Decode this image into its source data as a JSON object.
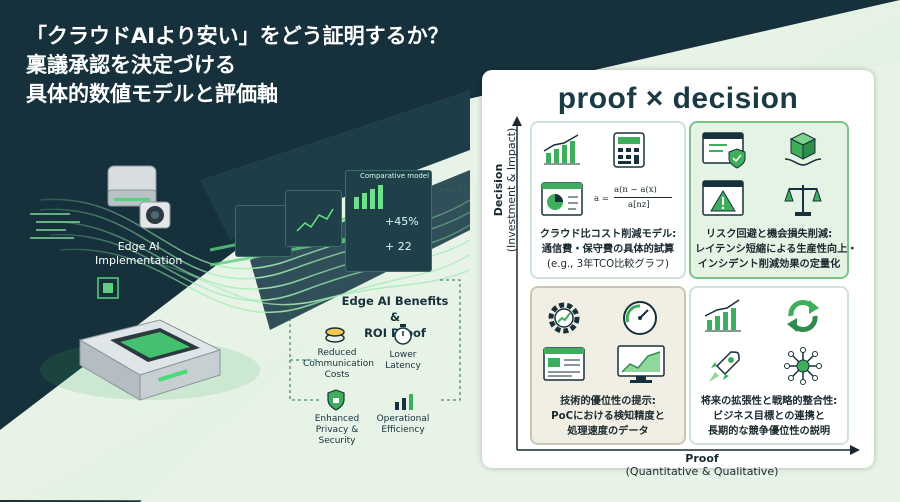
{
  "headline": {
    "line1": "「クラウドAIより安い」をどう証明するか？",
    "line2": "稟議承認を決定づける",
    "line3": "具体的数値モデルと評価軸"
  },
  "left_graphic": {
    "device_label_line1": "Edge AI",
    "device_label_line2": "Implementation",
    "benefits_title_line1": "Edge AI Benefits &",
    "benefits_title_line2": "ROI Proof",
    "benefits": [
      {
        "icon": "coins-icon",
        "line1": "Reduced",
        "line2": "Communication",
        "line3": "Costs"
      },
      {
        "icon": "stopwatch-icon",
        "line1": "Lower",
        "line2": "Latency",
        "line3": ""
      },
      {
        "icon": "shield-lock-icon",
        "line1": "Enhanced",
        "line2": "Privacy &",
        "line3": "Security"
      },
      {
        "icon": "bar-chart-icon",
        "line1": "Operational",
        "line2": "Efficiency",
        "line3": ""
      }
    ],
    "card_percent": "+45%",
    "card_value": "+ 22",
    "card_caption": "Comparative model"
  },
  "panel": {
    "title": "proof × decision",
    "y_axis_line1": "Decision",
    "y_axis_line2": "(Investment & Impact)",
    "x_axis_line1": "Proof",
    "x_axis_line2": "(Quantitative & Qualitative)",
    "formula_left": "a =",
    "formula_top": "a(n − a(x)",
    "formula_bottom": "a[nz]",
    "quadrants": {
      "top_left": {
        "icons": [
          "line-chart-icon",
          "calculator-icon",
          "pie-report-icon"
        ],
        "line1": "クラウド比コスト削減モデル:",
        "line2": "通信費・保守費の具体的試算",
        "line3": "(e.g., 3年TCO比較グラフ)"
      },
      "top_right": {
        "icons": [
          "dashboard-shield-icon",
          "cube-hands-icon",
          "warning-icon",
          "scales-icon"
        ],
        "line1": "リスク回避と機会損失削減:",
        "line2": "レイテンシ短縮による生産性向上・",
        "line3": "インシデント削減効果の定量化"
      },
      "bottom_left": {
        "icons": [
          "gear-chart-icon",
          "gauge-icon",
          "report-window-icon",
          "monitor-chart-icon"
        ],
        "line1": "技術的優位性の提示:",
        "line2": "PoCにおける検知精度と",
        "line3": "処理速度のデータ"
      },
      "bottom_right": {
        "icons": [
          "growth-chart-icon",
          "cycle-arrows-icon",
          "rocket-icon",
          "network-icon"
        ],
        "line1": "将来の拡張性と戦略的整合性:",
        "line2": "ビジネス目標との連携と",
        "line3": "長期的な競争優位性の説明"
      }
    }
  },
  "colors": {
    "navy": "#16313b",
    "green": "#3fae5c",
    "light_green": "#e4f3e3",
    "beige": "#f1efe4"
  }
}
